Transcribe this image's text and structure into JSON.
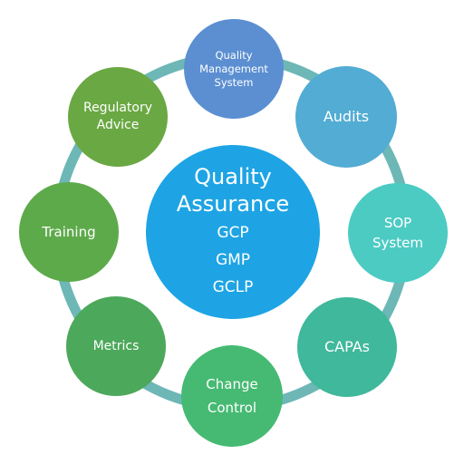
{
  "diagram": {
    "center": {
      "title": "Quality\nAssurance",
      "items": [
        "GCP",
        "GMP",
        "GCLP"
      ],
      "color": "#1ea4e4"
    },
    "ring_color": "#6db7b6",
    "nodes": [
      {
        "id": "quality-management-system",
        "label": "Quality\nManagement\nSystem",
        "color": "#5b8fd1"
      },
      {
        "id": "audits",
        "label": "Audits",
        "color": "#52acd3"
      },
      {
        "id": "sop-system",
        "label": "SOP\nSystem",
        "color": "#4ccbc3"
      },
      {
        "id": "capas",
        "label": "CAPAs",
        "color": "#3fb89b"
      },
      {
        "id": "change-control",
        "label": "Change\nControl",
        "color": "#46ba73"
      },
      {
        "id": "metrics",
        "label": "Metrics",
        "color": "#4ca85a"
      },
      {
        "id": "training",
        "label": "Training",
        "color": "#5daa4b"
      },
      {
        "id": "regulatory-advice",
        "label": "Regulatory\nAdvice",
        "color": "#6aa843"
      }
    ]
  }
}
